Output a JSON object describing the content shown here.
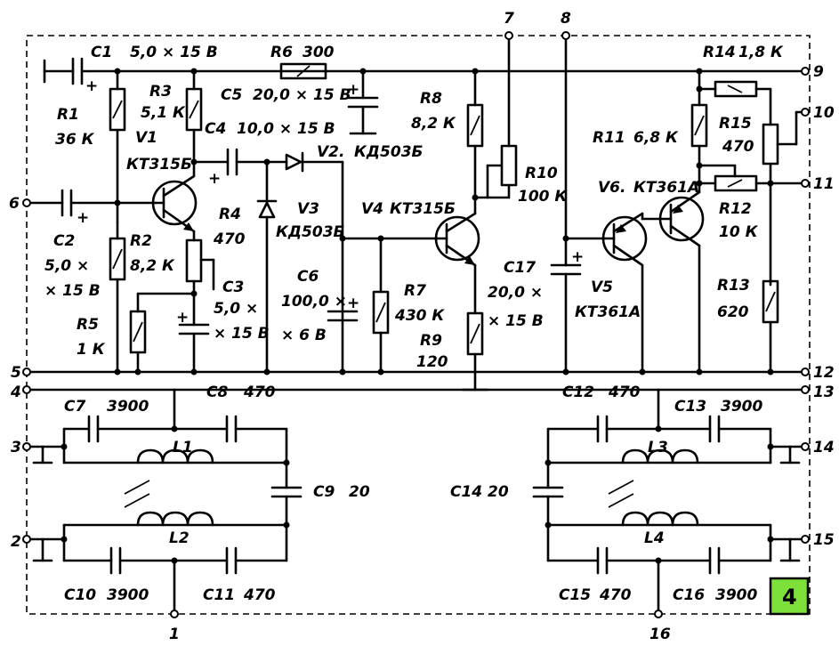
{
  "figure_number": "4",
  "pins": [
    "1",
    "2",
    "3",
    "4",
    "5",
    "6",
    "7",
    "8",
    "9",
    "10",
    "11",
    "12",
    "13",
    "14",
    "15",
    "16"
  ],
  "components": {
    "C1": {
      "ref": "C1",
      "value": "5,0 × 15 В"
    },
    "C2": {
      "ref": "C2",
      "value_line1": "5,0 ×",
      "value_line2": "× 15 В"
    },
    "C3": {
      "ref": "C3",
      "value_line1": "5,0 ×",
      "value_line2": "× 15 В"
    },
    "C4": {
      "ref": "C4",
      "value": "10,0 × 15 В"
    },
    "C5": {
      "ref": "C5",
      "value": "20,0 × 15 В"
    },
    "C6": {
      "ref": "C6",
      "value_line1": "100,0 ×",
      "value_line2": "× 6 В"
    },
    "C7": {
      "ref": "C7",
      "value": "3900"
    },
    "C8": {
      "ref": "C8",
      "value": "470"
    },
    "C9": {
      "ref": "C9",
      "value": "20"
    },
    "C10": {
      "ref": "C10",
      "value": "3900"
    },
    "C11": {
      "ref": "C11",
      "value": "470"
    },
    "C12": {
      "ref": "C12",
      "value": "470"
    },
    "C13": {
      "ref": "C13",
      "value": "3900"
    },
    "C14": {
      "ref": "C14",
      "value": "20"
    },
    "C15": {
      "ref": "C15",
      "value": "470"
    },
    "C16": {
      "ref": "C16",
      "value": "3900"
    },
    "C17": {
      "ref": "C17",
      "value_line1": "20,0 ×",
      "value_line2": "× 15 В"
    },
    "R1": {
      "ref": "R1",
      "value": "36 К"
    },
    "R2": {
      "ref": "R2",
      "value": "8,2 К"
    },
    "R3": {
      "ref": "R3",
      "value": "5,1 К"
    },
    "R4": {
      "ref": "R4",
      "value": "470"
    },
    "R5": {
      "ref": "R5",
      "value": "1 К"
    },
    "R6": {
      "ref": "R6",
      "value": "300"
    },
    "R7": {
      "ref": "R7",
      "value": "430 К"
    },
    "R8": {
      "ref": "R8",
      "value": "8,2 К"
    },
    "R9": {
      "ref": "R9",
      "value": "120"
    },
    "R10": {
      "ref": "R10",
      "value": "100 К"
    },
    "R11": {
      "ref": "R11",
      "value": "6,8 К"
    },
    "R12": {
      "ref": "R12",
      "value": "10 К"
    },
    "R13": {
      "ref": "R13",
      "value": "620"
    },
    "R14": {
      "ref": "R14",
      "value": "1,8 К"
    },
    "R15": {
      "ref": "R15",
      "value": "470"
    },
    "V1": {
      "ref": "V1",
      "type": "КТ315Б"
    },
    "V2": {
      "ref": "V2.",
      "type": "КД503Б"
    },
    "V3": {
      "ref": "V3",
      "type": "КД503Б"
    },
    "V4": {
      "ref": "V4",
      "type": "КТ315Б"
    },
    "V5": {
      "ref": "V5",
      "type": "КТ361А"
    },
    "V6": {
      "ref": "V6.",
      "type": "КТ361А"
    },
    "L1": {
      "ref": "L1"
    },
    "L2": {
      "ref": "L2"
    },
    "L3": {
      "ref": "L3"
    },
    "L4": {
      "ref": "L4"
    }
  },
  "colors": {
    "ink": "#000000",
    "badge": "#7ee03a",
    "paper": "#ffffff"
  }
}
